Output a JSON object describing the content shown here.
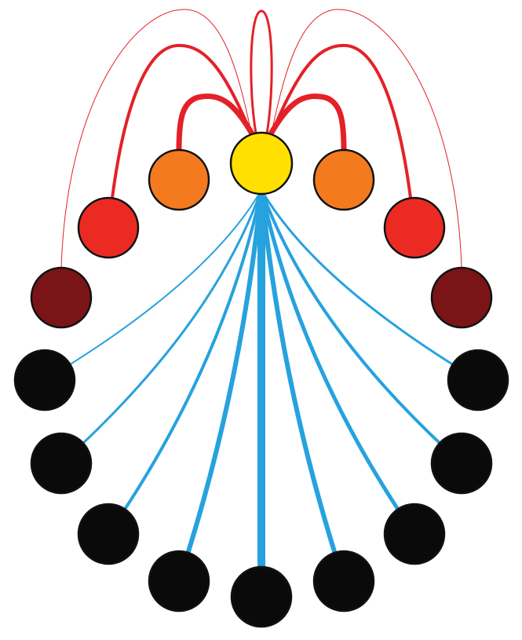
{
  "diagram": {
    "colors": {
      "center": "#FFE000",
      "orange": "#F47A20",
      "red": "#EC2A24",
      "dark_red": "#7A1416",
      "black": "#0A0A0A",
      "red_edge": "#E42128",
      "blue_edge": "#26A2DE",
      "outline": "#111111"
    },
    "nodes": [
      {
        "id": "center",
        "tone": "center"
      },
      {
        "id": "orange-left",
        "tone": "orange"
      },
      {
        "id": "orange-right",
        "tone": "orange"
      },
      {
        "id": "red-left",
        "tone": "red"
      },
      {
        "id": "red-right",
        "tone": "red"
      },
      {
        "id": "dark-red-left",
        "tone": "dark_red"
      },
      {
        "id": "dark-red-right",
        "tone": "dark_red"
      },
      {
        "id": "black-1",
        "tone": "black"
      },
      {
        "id": "black-2",
        "tone": "black"
      },
      {
        "id": "black-3",
        "tone": "black"
      },
      {
        "id": "black-4",
        "tone": "black"
      },
      {
        "id": "black-5",
        "tone": "black"
      },
      {
        "id": "black-6",
        "tone": "black"
      },
      {
        "id": "black-7",
        "tone": "black"
      },
      {
        "id": "black-8",
        "tone": "black"
      },
      {
        "id": "black-9",
        "tone": "black"
      },
      {
        "id": "black-10",
        "tone": "black"
      }
    ],
    "edges": [
      {
        "from": "center",
        "to": "center",
        "tone": "red_edge",
        "kind": "self-loop"
      },
      {
        "from": "center",
        "to": "orange-left",
        "tone": "red_edge"
      },
      {
        "from": "center",
        "to": "orange-right",
        "tone": "red_edge"
      },
      {
        "from": "center",
        "to": "red-left",
        "tone": "red_edge"
      },
      {
        "from": "center",
        "to": "red-right",
        "tone": "red_edge"
      },
      {
        "from": "center",
        "to": "dark-red-left",
        "tone": "red_edge"
      },
      {
        "from": "center",
        "to": "dark-red-right",
        "tone": "red_edge"
      },
      {
        "from": "center",
        "to": "black-1",
        "tone": "blue_edge"
      },
      {
        "from": "center",
        "to": "black-2",
        "tone": "blue_edge"
      },
      {
        "from": "center",
        "to": "black-3",
        "tone": "blue_edge"
      },
      {
        "from": "center",
        "to": "black-4",
        "tone": "blue_edge"
      },
      {
        "from": "center",
        "to": "black-5",
        "tone": "blue_edge"
      },
      {
        "from": "center",
        "to": "black-6",
        "tone": "blue_edge"
      },
      {
        "from": "center",
        "to": "black-7",
        "tone": "blue_edge"
      },
      {
        "from": "center",
        "to": "black-8",
        "tone": "blue_edge"
      },
      {
        "from": "center",
        "to": "black-9",
        "tone": "blue_edge"
      },
      {
        "from": "center",
        "to": "black-10",
        "tone": "blue_edge"
      }
    ]
  }
}
